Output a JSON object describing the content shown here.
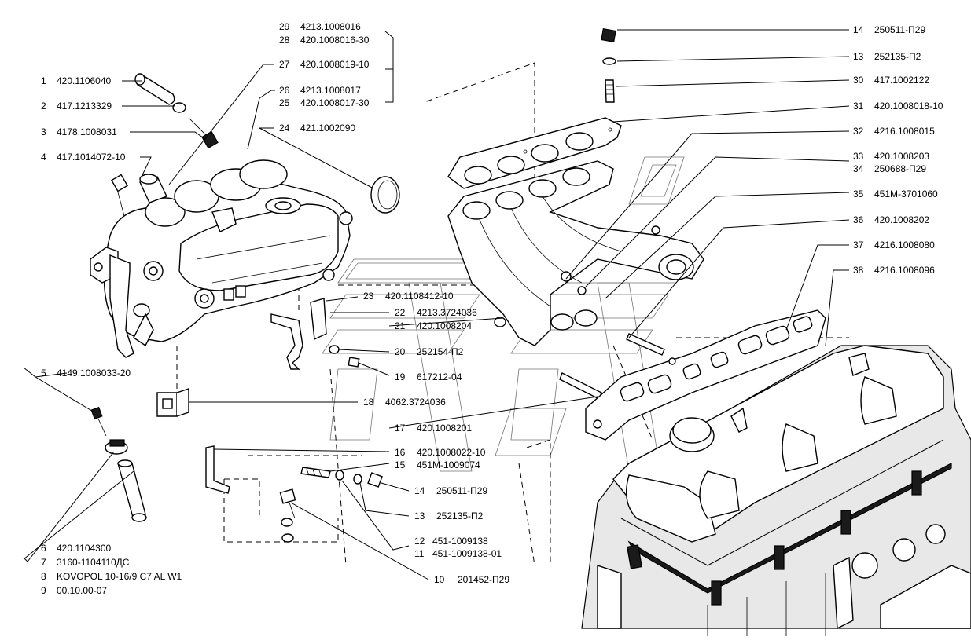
{
  "diagram": {
    "parts_left": [
      {
        "num": "1",
        "code": "420.1106040"
      },
      {
        "num": "2",
        "code": "417.1213329"
      },
      {
        "num": "3",
        "code": "4178.1008031"
      },
      {
        "num": "4",
        "code": "417.1014072-10"
      },
      {
        "num": "5",
        "code": "4149.1008033-20"
      },
      {
        "num": "6",
        "code": "420.1104300"
      },
      {
        "num": "7",
        "code": "3160-1104110ДС"
      },
      {
        "num": "8",
        "code": "KOVOPOL 10-16/9 C7 AL W1"
      },
      {
        "num": "9",
        "code": "00.10.00-07"
      }
    ],
    "parts_top": [
      {
        "num": "29",
        "code": "4213.1008016"
      },
      {
        "num": "28",
        "code": "420.1008016-30"
      },
      {
        "num": "27",
        "code": "420.1008019-10"
      },
      {
        "num": "26",
        "code": "4213.1008017"
      },
      {
        "num": "25",
        "code": "420.1008017-30"
      },
      {
        "num": "24",
        "code": "421.1002090"
      }
    ],
    "parts_right": [
      {
        "num": "14",
        "code": "250511-П29"
      },
      {
        "num": "13",
        "code": "252135-П2"
      },
      {
        "num": "30",
        "code": "417.1002122"
      },
      {
        "num": "31",
        "code": "420.1008018-10"
      },
      {
        "num": "32",
        "code": "4216.1008015"
      },
      {
        "num": "33",
        "code": "420.1008203"
      },
      {
        "num": "34",
        "code": "250688-П29"
      },
      {
        "num": "35",
        "code": "451M-3701060"
      },
      {
        "num": "36",
        "code": "420.1008202"
      },
      {
        "num": "37",
        "code": "4216.1008080"
      },
      {
        "num": "38",
        "code": "4216.1008096"
      }
    ],
    "parts_middle": [
      {
        "num": "23",
        "code": "420.1108412-10"
      },
      {
        "num": "22",
        "code": "4213.3724036"
      },
      {
        "num": "21",
        "code": "420.1008204"
      },
      {
        "num": "20",
        "code": "252154-П2"
      },
      {
        "num": "19",
        "code": "617212-04"
      },
      {
        "num": "18",
        "code": "4062.3724036"
      },
      {
        "num": "17",
        "code": "420.1008201"
      },
      {
        "num": "16",
        "code": "420.1008022-10"
      },
      {
        "num": "15",
        "code": "451M-1009074"
      },
      {
        "num": "14",
        "code": "250511-П29"
      },
      {
        "num": "13",
        "code": "252135-П2"
      },
      {
        "num": "12",
        "code": "451-1009138"
      },
      {
        "num": "11",
        "code": "451-1009138-01"
      },
      {
        "num": "10",
        "code": "201452-П29"
      }
    ]
  }
}
